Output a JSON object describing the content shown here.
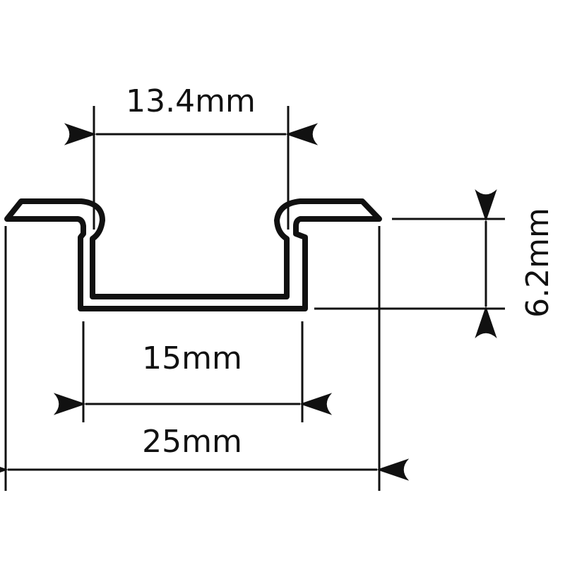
{
  "diagram": {
    "title": "LED aluminium profile cross-section dimensions",
    "colors": {
      "line": "#111111",
      "background": "#ffffff"
    },
    "dimensions": {
      "inner_width": "13.4mm",
      "channel_width": "15mm",
      "total_width": "25mm",
      "height": "6.2mm"
    }
  }
}
